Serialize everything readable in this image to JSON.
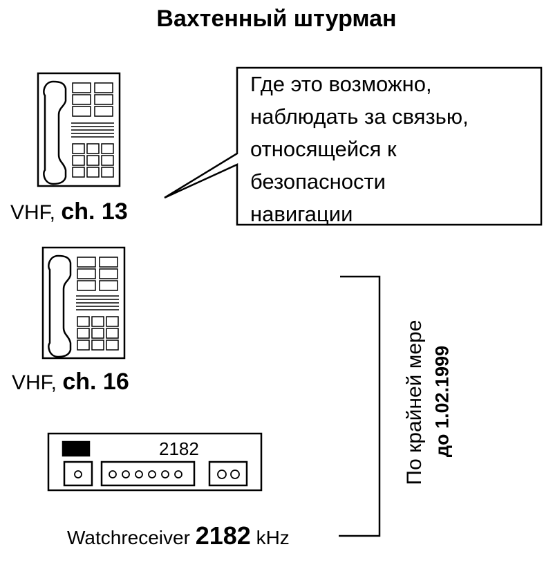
{
  "title": "Вахтенный штурман",
  "callout": {
    "lines": [
      "Где это возможно,",
      "наблюдать за связью,",
      "относящейся к",
      "безопасности",
      "навигации"
    ]
  },
  "phone1": {
    "prefix": "VHF,",
    "channel": "ch. 13"
  },
  "phone2": {
    "prefix": "VHF,",
    "channel": "ch. 16"
  },
  "receiver": {
    "display": "2182"
  },
  "watchreceiver": {
    "label": "Watchreceiver",
    "freq": "2182",
    "unit": "kHz"
  },
  "bracket": {
    "line1": "По крайней мере",
    "line2": "до 1.02.1999"
  }
}
